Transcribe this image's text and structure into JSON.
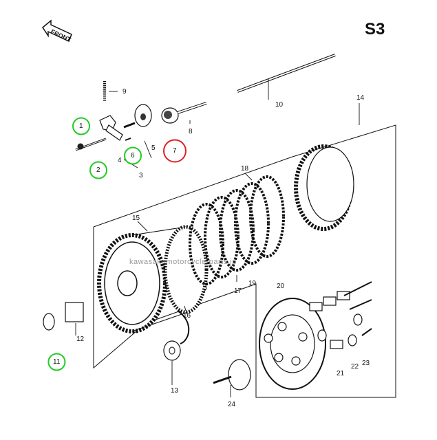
{
  "page_code": "S3",
  "front_label": "FRONT",
  "watermark": "kawasaki-motorcycle-parts.jp",
  "callouts": [
    {
      "id": "1",
      "label": "1",
      "highlight": "green"
    },
    {
      "id": "2",
      "label": "2",
      "highlight": "green"
    },
    {
      "id": "3",
      "label": "3",
      "highlight": "none"
    },
    {
      "id": "4",
      "label": "4",
      "highlight": "none"
    },
    {
      "id": "5",
      "label": "5",
      "highlight": "none"
    },
    {
      "id": "6",
      "label": "6",
      "highlight": "green"
    },
    {
      "id": "7",
      "label": "7",
      "highlight": "red"
    },
    {
      "id": "8",
      "label": "8",
      "highlight": "none"
    },
    {
      "id": "9",
      "label": "9",
      "highlight": "none"
    },
    {
      "id": "10",
      "label": "10",
      "highlight": "none"
    },
    {
      "id": "11",
      "label": "11",
      "highlight": "green"
    },
    {
      "id": "12",
      "label": "12",
      "highlight": "none"
    },
    {
      "id": "13",
      "label": "13",
      "highlight": "none"
    },
    {
      "id": "14",
      "label": "14",
      "highlight": "none"
    },
    {
      "id": "15",
      "label": "15",
      "highlight": "none"
    },
    {
      "id": "16",
      "label": "16",
      "highlight": "none"
    },
    {
      "id": "17",
      "label": "17",
      "highlight": "none"
    },
    {
      "id": "18",
      "label": "18",
      "highlight": "none"
    },
    {
      "id": "19",
      "label": "19",
      "highlight": "none"
    },
    {
      "id": "20",
      "label": "20",
      "highlight": "none"
    },
    {
      "id": "21",
      "label": "21",
      "highlight": "none"
    },
    {
      "id": "22",
      "label": "22",
      "highlight": "none"
    },
    {
      "id": "23",
      "label": "23",
      "highlight": "none"
    },
    {
      "id": "24",
      "label": "24",
      "highlight": "none"
    }
  ],
  "colors": {
    "green_circle": "#22cc22",
    "red_circle": "#dd2222",
    "line": "#111111"
  }
}
